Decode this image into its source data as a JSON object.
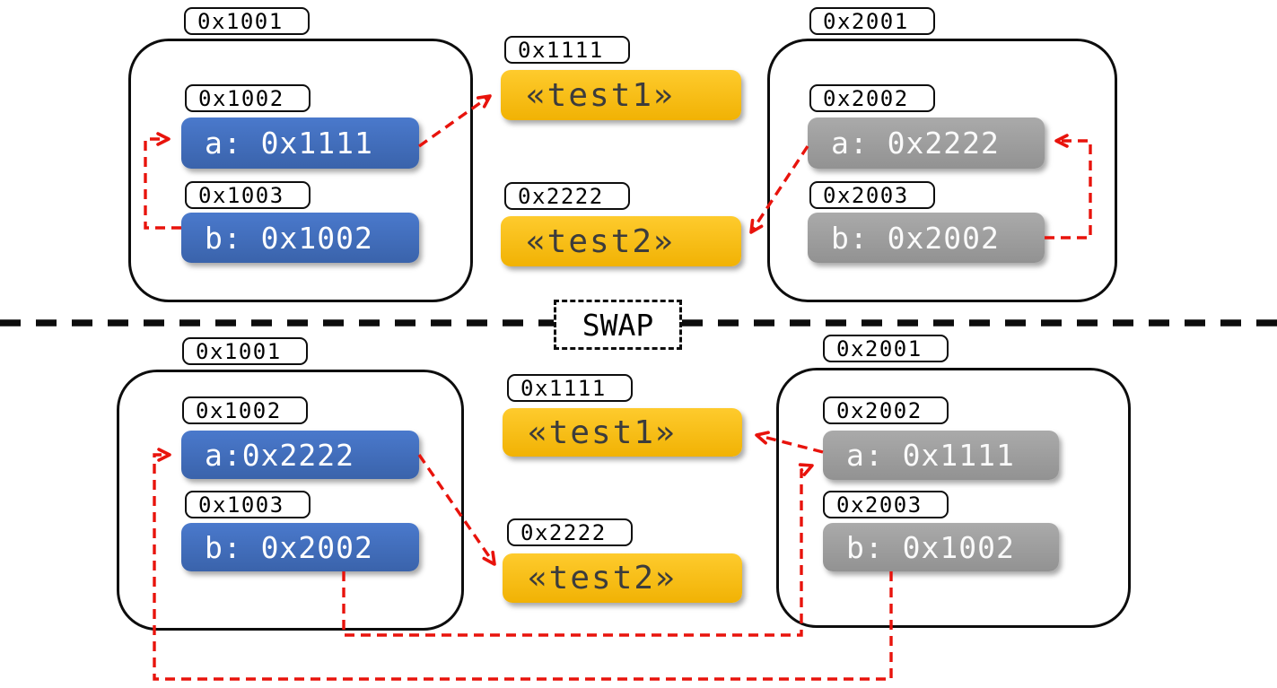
{
  "swap": {
    "label": "SWAP"
  },
  "colors": {
    "variable_blue": "#4472c4",
    "variable_gray": "#9d9d9d",
    "value_yellow": "#fcc41d",
    "arrow_red": "#e8130c",
    "outline_black": "#0d0d0d"
  },
  "before": {
    "left": {
      "address": "0x1001",
      "fields": [
        {
          "address": "0x1002",
          "value": "a: 0x1111"
        },
        {
          "address": "0x1003",
          "value": "b: 0x1002"
        }
      ]
    },
    "values": [
      {
        "address": "0x1111",
        "value": "«test1»"
      },
      {
        "address": "0x2222",
        "value": "«test2»"
      }
    ],
    "right": {
      "address": "0x2001",
      "fields": [
        {
          "address": "0x2002",
          "value": "a: 0x2222"
        },
        {
          "address": "0x2003",
          "value": "b: 0x2002"
        }
      ]
    }
  },
  "after": {
    "left": {
      "address": "0x1001",
      "fields": [
        {
          "address": "0x1002",
          "value": "a:0x2222"
        },
        {
          "address": "0x1003",
          "value": "b: 0x2002"
        }
      ]
    },
    "values": [
      {
        "address": "0x1111",
        "value": "«test1»"
      },
      {
        "address": "0x2222",
        "value": "«test2»"
      }
    ],
    "right": {
      "address": "0x2001",
      "fields": [
        {
          "address": "0x2002",
          "value": "a: 0x1111"
        },
        {
          "address": "0x2003",
          "value": "b: 0x1002"
        }
      ]
    }
  },
  "arrows": {
    "before": [
      {
        "from": "a (0x1002)",
        "to": "«test1» (0x1111)"
      },
      {
        "from": "b (0x1003)",
        "to": "a (0x1002)"
      },
      {
        "from": "a (0x2002)",
        "to": "«test2» (0x2222)"
      },
      {
        "from": "b (0x2003)",
        "to": "a (0x2002)"
      }
    ],
    "after": [
      {
        "from": "a (0x1002)",
        "to": "«test2» (0x2222)"
      },
      {
        "from": "a (0x2002)",
        "to": "«test1» (0x1111)"
      },
      {
        "from": "b (0x1003)",
        "to": "a (0x2002)"
      },
      {
        "from": "b (0x2003)",
        "to": "a (0x1002)"
      }
    ]
  }
}
